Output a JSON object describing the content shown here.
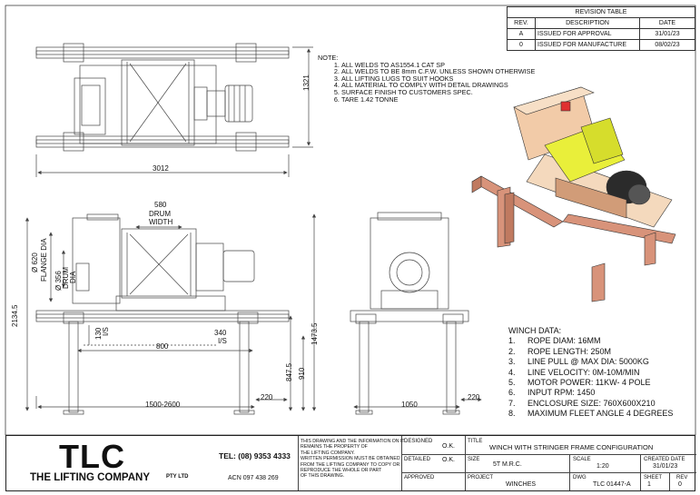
{
  "revision_table": {
    "title": "REVISION TABLE",
    "headers": [
      "REV.",
      "DESCRIPTION",
      "DATE"
    ],
    "rows": [
      [
        "A",
        "ISSUED FOR APPROVAL",
        "31/01/23"
      ],
      [
        "0",
        "ISSUED FOR MANUFACTURE",
        "08/02/23"
      ]
    ]
  },
  "notes": {
    "heading": "NOTE:",
    "items": [
      "ALL WELDS TO AS1554.1 CAT SP",
      "ALL WELDS TO BE 8mm C.F.W. UNLESS SHOWN OTHERWISE",
      "ALL LIFTING LUGS TO SUIT HOOKS",
      "ALL MATERIAL TO COMPLY WITH DETAIL DRAWINGS",
      "SURFACE FINISH TO CUSTOMERS SPEC.",
      "TARE 1.42 TONNE"
    ]
  },
  "winch_data": {
    "heading": "WINCH DATA:",
    "items": [
      "ROPE DIAM: 16MM",
      "ROPE LENGTH: 250M",
      "LINE PULL @ MAX DIA: 5000KG",
      "LINE VELOCITY: 0M-10M/MIN",
      "MOTOR POWER: 11KW- 4 POLE",
      "INPUT RPM: 1450",
      "ENCLOSURE SIZE: 760X600X210",
      "MAXIMUM FLEET ANGLE 4 DEGREES"
    ]
  },
  "dimensions": {
    "top_width": "3012",
    "top_height": "1321",
    "drum_width_value": "580",
    "drum_width_label_1": "DRUM",
    "drum_width_label_2": "WIDTH",
    "flange_dia_value": "Ø 620",
    "flange_dia_label": "FLANGE DIA",
    "drum_dia_value": "Ø 356",
    "drum_dia_label_1": "DRUM",
    "drum_dia_label_2": "DIA",
    "overall_height": "2134.5",
    "is_130_value": "130",
    "is_130_label": "I/S",
    "is_340_value": "340",
    "is_340_label": "I/S",
    "base_800": "800",
    "span_range": "1500-2600",
    "foot_220_left": "220",
    "leg_847": "847.5",
    "leg_910": "910",
    "side_height": "1473.5",
    "side_width": "1050",
    "foot_220_right": "220"
  },
  "title_block": {
    "logo": "TLC",
    "company": "THE LIFTING COMPANY",
    "company_suffix": "PTY LTD",
    "tel": "TEL: (08) 9353 4333",
    "acn": "ACN 097 438 269",
    "disclaimer": [
      "THIS DRAWING AND THE INFORMATION ON IT",
      "REMAINS THE PROPERTY OF",
      "THE LIFTING COMPANY.",
      "WRITTEN PERMISSION MUST BE OBTAINED",
      "FROM THE LIFTING COMPANY TO COPY OR",
      "REPRODUCE THE WHOLE OR PART",
      "OF THIS DRAWING."
    ],
    "designed_label": "DESIGNED",
    "designed_value": "O.K.",
    "detailed_label": "DETAILED",
    "detailed_value": "O.K.",
    "approved_label": "APPROVED",
    "title_label": "TITLE",
    "title_value": "WINCH WITH STRINGER FRAME CONFIGURATION",
    "size_label": "SIZE",
    "size_value": "5T M.R.C.",
    "scale_label": "SCALE",
    "scale_value": "1:20",
    "created_label": "CREATED DATE",
    "created_value": "31/01/23",
    "project_label": "PROJECT",
    "project_value": "WINCHES",
    "dwg_label": "DWG",
    "dwg_value": "TLC 01447-A",
    "sheet_label": "SHEET",
    "sheet_value": "1",
    "rev_label": "REV",
    "rev_value": "0"
  }
}
